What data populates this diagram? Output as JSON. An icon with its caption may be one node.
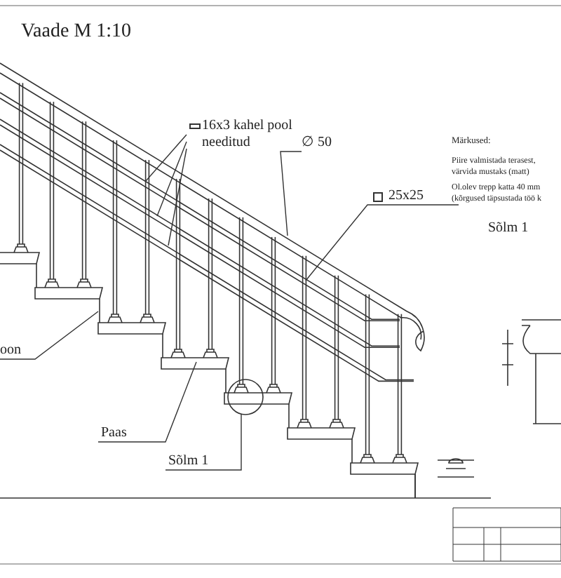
{
  "diagram": {
    "title": "Vaade M 1:10",
    "nodes": [
      {
        "text": [
          "16x3 kahel pool needitud"
        ]
      },
      {
        "text": [
          "∅ 50"
        ]
      },
      {
        "text": [
          "25x25"
        ]
      },
      {
        "text": [
          "oon"
        ]
      },
      {
        "text": [
          "Paas"
        ]
      },
      {
        "text": [
          "Sõlm 1"
        ]
      },
      {
        "text": [],
        "shape": "circle"
      }
    ],
    "edges": [
      {
        "from": 0,
        "to": null,
        "arrow": "none"
      },
      {
        "from": 0,
        "to": null,
        "arrow": "none"
      },
      {
        "from": 0,
        "to": null,
        "arrow": "none"
      },
      {
        "from": 1,
        "to": null,
        "arrow": "none"
      },
      {
        "from": 2,
        "to": null,
        "arrow": "none"
      },
      {
        "from": 3,
        "to": null,
        "arrow": "none"
      },
      {
        "from": 4,
        "to": null,
        "arrow": "none"
      },
      {
        "from": 5,
        "to": 6,
        "arrow": "none"
      }
    ],
    "labels": [
      "Märkused:",
      "Piire valmistada terasest,",
      "värvida mustaks (matt)",
      "Ol.olev trepp katta 40 mm",
      "(kõrgused täpsustada töö k",
      "Sõlm 1"
    ]
  }
}
